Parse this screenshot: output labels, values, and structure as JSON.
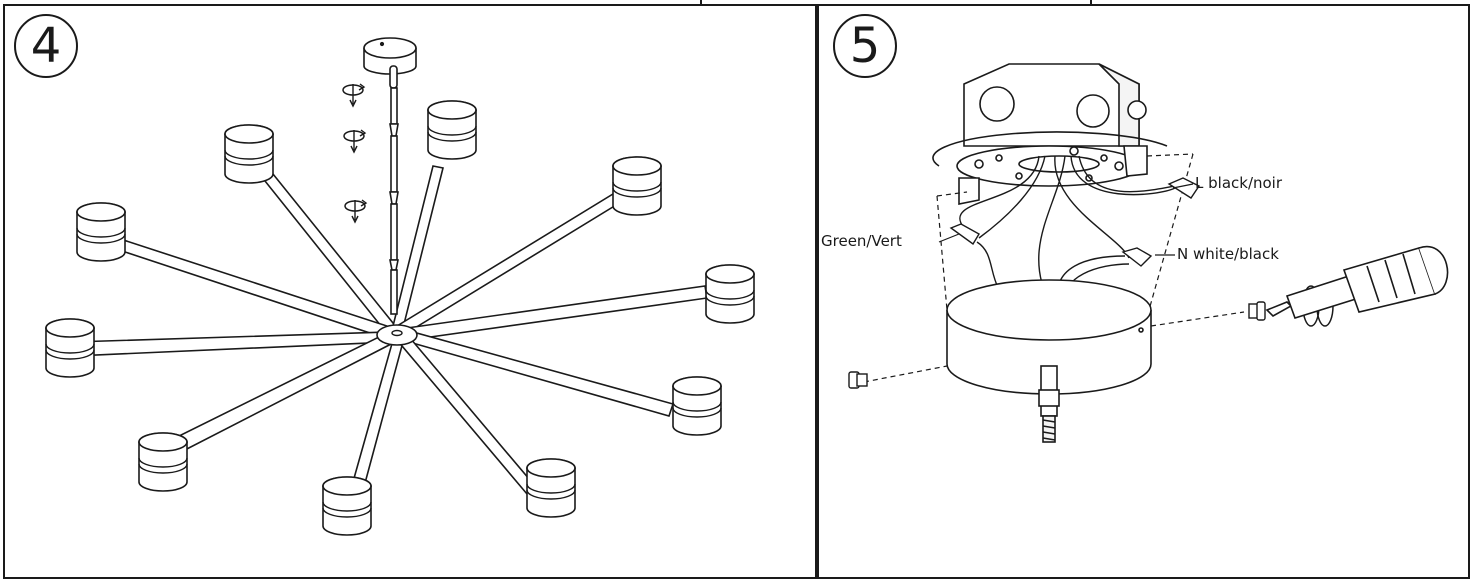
{
  "steps": [
    {
      "number": "4",
      "icons": [
        "rotate-arrow-icon",
        "rotate-arrow-icon",
        "rotate-arrow-icon"
      ]
    },
    {
      "number": "5",
      "labels": {
        "live_wire": "L black/noir",
        "ground_wire": "Green/Vert",
        "neutral_wire": "N white/black"
      },
      "icons": [
        "screwdriver-icon",
        "rotate-arrow-icon",
        "screw-icon"
      ]
    }
  ],
  "colors": {
    "line": "#1a1a1a",
    "background": "#ffffff",
    "shade": "#f4f4f4"
  }
}
